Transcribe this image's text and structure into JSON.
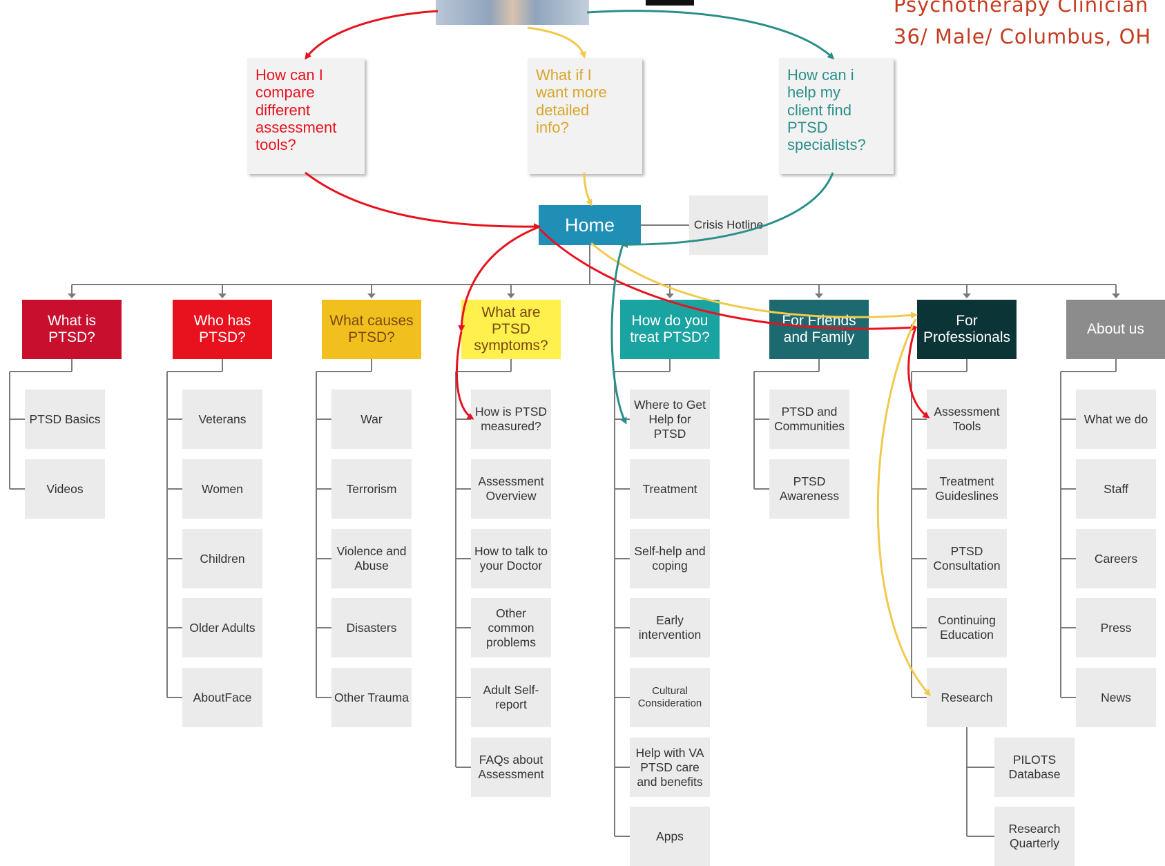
{
  "persona": {
    "line1": "Psychotherapy Clinician",
    "line2": "36/ Male/ Columbus, OH"
  },
  "questions": [
    {
      "text": "How can I\ncompare\ndifferent\nassessment\ntools?",
      "color": "#e8121e"
    },
    {
      "text": "What if I\nwant more\ndetailed\ninfo?",
      "color": "#d9a62b"
    },
    {
      "text": "How can i\nhelp my\nclient find\nPTSD\nspecialists?",
      "color": "#2a8f8a"
    }
  ],
  "home": {
    "label": "Home",
    "color": "#1f8fb6"
  },
  "crisis": {
    "label": "Crisis Hotline"
  },
  "categories": [
    {
      "label": "What is PTSD?",
      "color": "#c8102e",
      "text_color": "#ffffff",
      "items": [
        "PTSD Basics",
        "Videos"
      ]
    },
    {
      "label": "Who has PTSD?",
      "color": "#e8121e",
      "text_color": "#ffffff",
      "items": [
        "Veterans",
        "Women",
        "Children",
        "Older Adults",
        "AboutFace"
      ]
    },
    {
      "label": "What causes PTSD?",
      "color": "#f2c01e",
      "text_color": "#7a4a10",
      "items": [
        "War",
        "Terrorism",
        "Violence and Abuse",
        "Disasters",
        "Other Trauma"
      ]
    },
    {
      "label": "What are PTSD symptoms?",
      "color": "#fff04d",
      "text_color": "#7a4a10",
      "items": [
        "How is PTSD measured?",
        "Assessment Overview",
        "How to talk to your Doctor",
        "Other common problems",
        "Adult Self-report",
        "FAQs about Assessment"
      ]
    },
    {
      "label": "How do you treat PTSD?",
      "color": "#19a3a1",
      "text_color": "#ffffff",
      "items": [
        "Where to Get Help for PTSD",
        "Treatment",
        "Self-help and coping",
        "Early intervention",
        "Cultural Consideration",
        "Help with VA PTSD care and benefits",
        "Apps"
      ]
    },
    {
      "label": "For Friends and Family",
      "color": "#1d6970",
      "text_color": "#ffffff",
      "items": [
        "PTSD and Communities",
        "PTSD Awareness"
      ]
    },
    {
      "label": "For Professionals",
      "color": "#0b3436",
      "text_color": "#ffffff",
      "items": [
        "Assessment Tools",
        "Treatment Guideslines",
        "PTSD Consultation",
        "Continuing Education",
        "Research"
      ],
      "research_items": [
        "PILOTS Database",
        "Research Quarterly"
      ]
    },
    {
      "label": "About us",
      "color": "#8c8c8c",
      "text_color": "#ffffff",
      "items": [
        "What we do",
        "Staff",
        "Careers",
        "Press",
        "News"
      ]
    }
  ],
  "flow_colors": {
    "red": "#e8121e",
    "yellow": "#f2c94c",
    "teal": "#2a8f8a"
  }
}
